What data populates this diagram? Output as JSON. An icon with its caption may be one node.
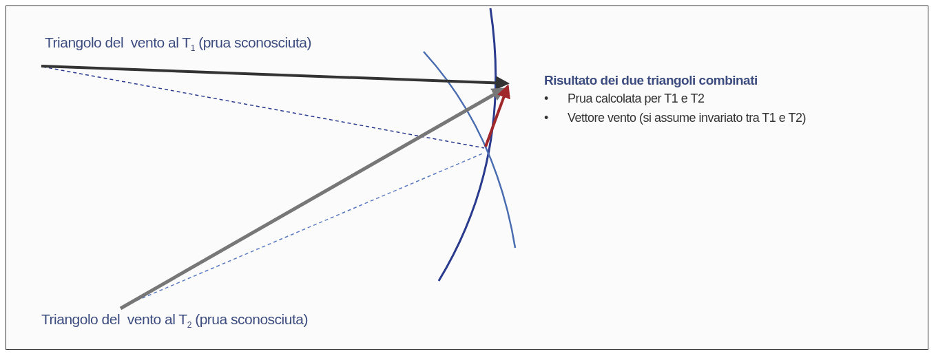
{
  "diagram": {
    "labels": [
      "Triangolo del  vento al T$_{1}$ (prua sconosciuta)",
      "Risultato dei due triangoli combinati",
      "•",
      "Prua calcolata per T1 e T2",
      "•",
      "Vettore vento (si assume invariato tra T1 e T2)",
      "Triangolo del  vento al T$_{2}$ (prua sconosciuta)"
    ]
  }
}
